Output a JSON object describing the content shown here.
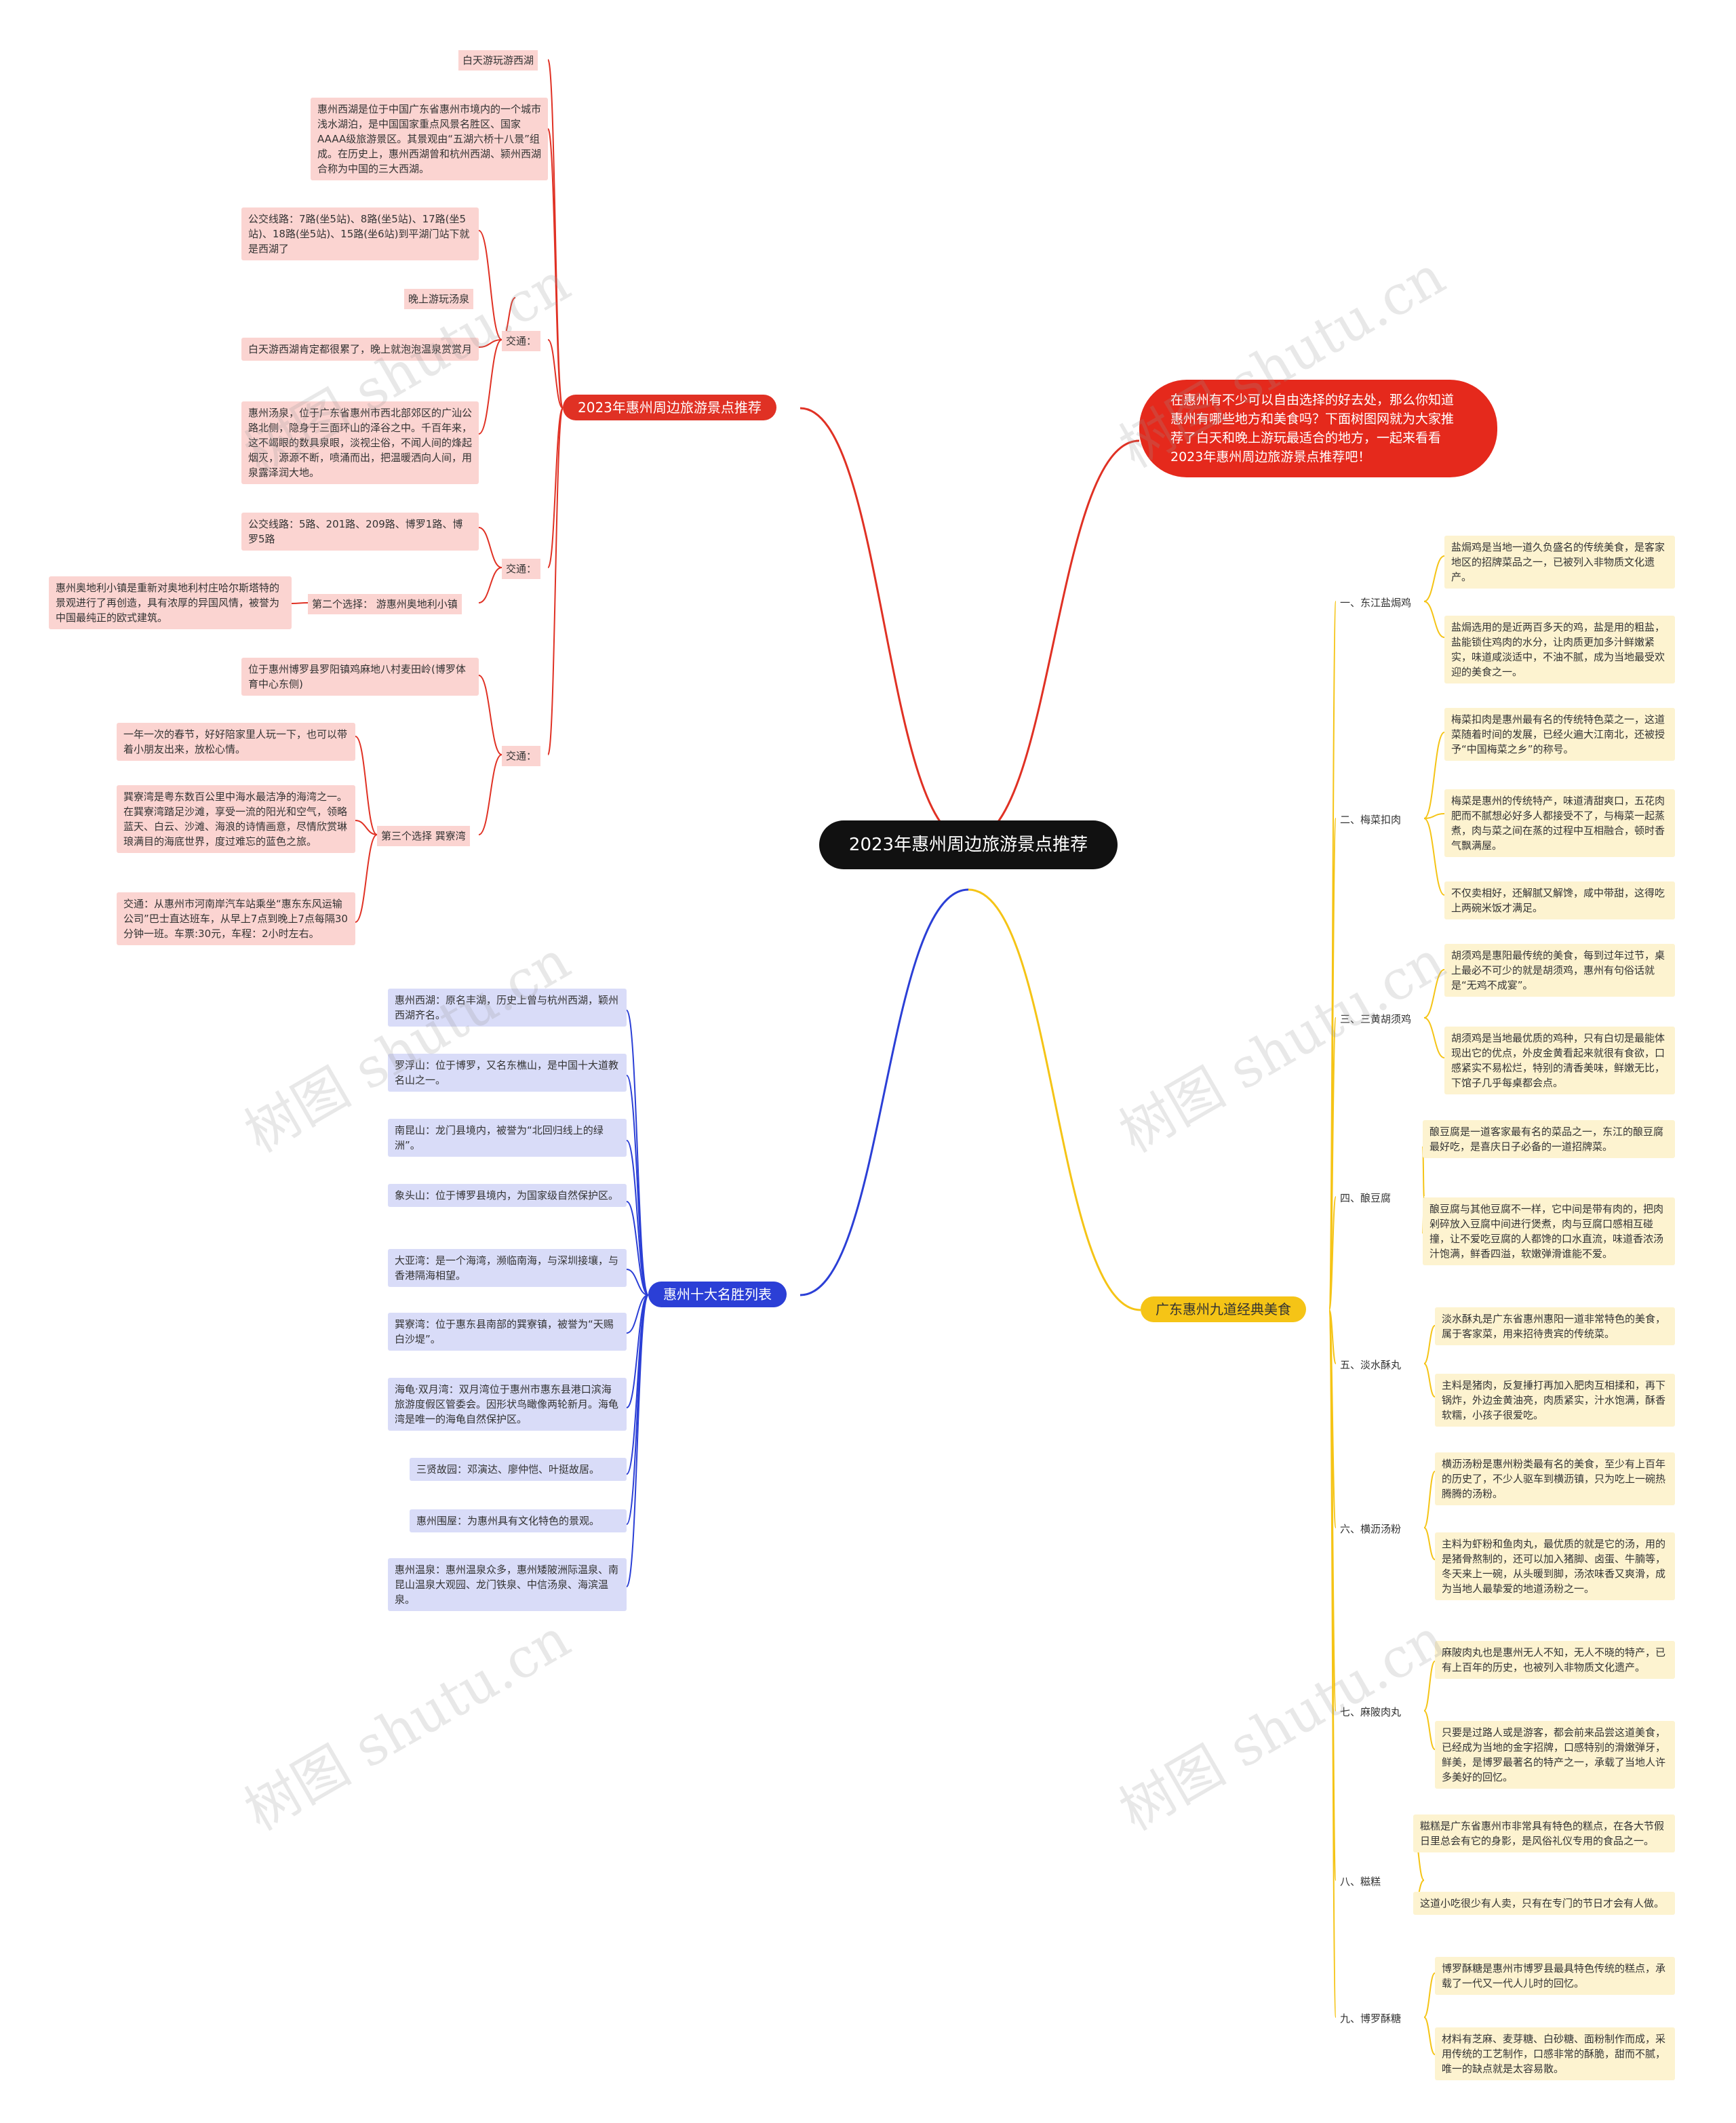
{
  "center": "2023年惠州周边旅游景点推荐",
  "intro": "在惠州有不少可以自由选择的好去处，那么你知道惠州有哪些地方和美食吗？下面树图网就为大家推荐了白天和晚上游玩最适合的地方，一起来看看2023年惠州周边旅游景点推荐吧！",
  "branch1": {
    "title": "2023年惠州周边旅游景点推荐",
    "day_label": "白天游玩游西湖",
    "xihu_desc": "惠州西湖是位于中国广东省惠州市境内的一个城市浅水湖泊，是中国国家重点风景名胜区、国家AAAA级旅游景区。其景观由“五湖六桥十八景”组成。在历史上，惠州西湖曾和杭州西湖、颍州西湖合称为中国的三大西湖。",
    "traffic1_label": "交通：",
    "bus1": "公交线路：7路(坐5站)、8路(坐5站)、17路(坐5站)、18路(坐5站)、15路(坐6站)到平湖门站下就是西湖了",
    "night_label": "晚上游玩汤泉",
    "night_tip": "白天游西湖肯定都很累了，晚上就泡泡温泉赏赏月",
    "tangquan": "惠州汤泉，位于广东省惠州市西北部郊区的广汕公路北侧，隐身于三面环山的泽谷之中。千百年来，这不竭眼的数具泉眼，淡视尘俗，不闻人间的烽起烟灭，源源不断，喷涌而出，把温暖洒向人间，用泉露泽润大地。",
    "traffic2_label": "交通：",
    "bus2": "公交线路：5路、201路、209路、博罗1路、博罗5路",
    "choice2_label": "第二个选择： 游惠州奥地利小镇",
    "austria": "惠州奥地利小镇是重新对奥地利村庄哈尔斯塔特的景观进行了再创造，具有浓厚的异国风情，被誉为中国最纯正的欧式建筑。",
    "traffic3_label": "交通：",
    "location3": "位于惠州博罗县罗阳镇鸡麻地八村麦田岭(博罗体育中心东侧)",
    "choice3_label": "第三个选择 巽寮湾",
    "spring": "一年一次的春节，好好陪家里人玩一下，也可以带着小朋友出来，放松心情。",
    "xunliao": "巽寮湾是粤东数百公里中海水最洁净的海湾之一。在巽寮湾踏足沙滩，享受一流的阳光和空气，领略蓝天、白云、沙滩、海浪的诗情画意，尽情欣赏琳琅满目的海底世界，度过难忘的蓝色之旅。",
    "xunliao_traffic": "交通：从惠州市河南岸汽车站乘坐“惠东东风运输公司”巴士直达班车，从早上7点到晚上7点每隔30分钟一班。车票:30元，车程：2小时左右。"
  },
  "branch2": {
    "title": "惠州十大名胜列表",
    "items": [
      "惠州西湖：原名丰湖，历史上曾与杭州西湖，颖州西湖齐名。",
      "罗浮山：位于博罗，又名东樵山，是中国十大道教名山之一。",
      "南昆山：龙门县境内，被誉为“北回归线上的绿洲”。",
      "象头山：位于博罗县境内，为国家级自然保护区。",
      "大亚湾：是一个海湾，濒临南海，与深圳接壤，与香港隔海相望。",
      "巽寮湾：位于惠东县南部的巽寮镇，被誉为“天赐白沙堤”。",
      "海龟·双月湾：双月湾位于惠州市惠东县港口滨海旅游度假区管委会。因形状鸟瞰像两轮新月。海龟湾是唯一的海龟自然保护区。",
      "三贤故园：邓演达、廖仲恺、叶挺故居。",
      "惠州围屋：为惠州具有文化特色的景观。",
      "惠州温泉：惠州温泉众多，惠州矮陂洲际温泉、南昆山温泉大观园、龙门铁泉、中信汤泉、海滨温泉。"
    ]
  },
  "branch3": {
    "title": "广东惠州九道经典美食",
    "foods": [
      {
        "name": "一、东江盐焗鸡",
        "notes": [
          "盐焗鸡是当地一道久负盛名的传统美食，是客家地区的招牌菜品之一，已被列入非物质文化遗产。",
          "盐焗选用的是近两百多天的鸡，盐是用的粗盐，盐能锁住鸡肉的水分，让肉质更加多汁鲜嫩紧实，味道咸淡适中，不油不腻，成为当地最受欢迎的美食之一。"
        ]
      },
      {
        "name": "二、梅菜扣肉",
        "notes": [
          "梅菜扣肉是惠州最有名的传统特色菜之一，这道菜随着时间的发展，已经火遍大江南北，还被授予“中国梅菜之乡”的称号。",
          "梅菜是惠州的传统特产，味道清甜爽口，五花肉肥而不腻想必好多人都接受不了，与梅菜一起蒸煮，肉与菜之间在蒸的过程中互相融合，顿时香气飘满屋。",
          "不仅卖相好，还解腻又解馋，咸中带甜，这得吃上两碗米饭才满足。"
        ]
      },
      {
        "name": "三、三黄胡须鸡",
        "notes": [
          "胡须鸡是惠阳最传统的美食，每到过年过节，桌上最必不可少的就是胡须鸡，惠州有句俗话就是“无鸡不成宴”。",
          "胡须鸡是当地最优质的鸡种，只有白切是最能体现出它的优点，外皮金黄看起来就很有食欲，口感紧实不易松烂，特别的清香美味，鲜嫩无比，下馆子几乎每桌都会点。"
        ]
      },
      {
        "name": "四、酿豆腐",
        "notes": [
          "酿豆腐是一道客家最有名的菜品之一，东江的酿豆腐最好吃，是喜庆日子必备的一道招牌菜。",
          "酿豆腐与其他豆腐不一样，它中间是带有肉的，把肉剁碎放入豆腐中间进行煲煮，肉与豆腐口感相互碰撞，让不爱吃豆腐的人都馋的口水直流，味道香浓汤汁饱满，鲜香四溢，软嫩弹滑谁能不爱。"
        ]
      },
      {
        "name": "五、淡水酥丸",
        "notes": [
          "淡水酥丸是广东省惠州惠阳一道非常特色的美食，属于客家菜，用来招待贵宾的传统菜。",
          "主料是猪肉，反复捶打再加入肥肉互相揉和，再下锅炸，外边金黄油亮，肉质紧实，汁水饱满，酥香软糯，小孩子很爱吃。"
        ]
      },
      {
        "name": "六、横沥汤粉",
        "notes": [
          "横沥汤粉是惠州粉类最有名的美食，至少有上百年的历史了，不少人驱车到横沥镇，只为吃上一碗热腾腾的汤粉。",
          "主料为虾粉和鱼肉丸，最优质的就是它的汤，用的是猪骨熬制的，还可以加入猪脚、卤蛋、牛腩等，冬天来上一碗，从头暖到脚，汤浓味香又爽滑，成为当地人最挚爱的地道汤粉之一。"
        ]
      },
      {
        "name": "七、麻陂肉丸",
        "notes": [
          "麻陂肉丸也是惠州无人不知，无人不晓的特产，已有上百年的历史，也被列入非物质文化遗产。",
          "只要是过路人或是游客，都会前来品尝这道美食，已经成为当地的金字招牌，口感特别的滑嫩弹牙，鲜美，是博罗最著名的特产之一，承载了当地人许多美好的回忆。"
        ]
      },
      {
        "name": "八、糍糕",
        "notes": [
          "糍糕是广东省惠州市非常具有特色的糕点，在各大节假日里总会有它的身影，是风俗礼仪专用的食品之一。",
          "这道小吃很少有人卖，只有在专门的节日才会有人做。"
        ]
      },
      {
        "name": "九、博罗酥糖",
        "notes": [
          "博罗酥糖是惠州市博罗县最具特色传统的糕点，承载了一代又一代人儿时的回忆。",
          "材料有芝麻、麦芽糖、白砂糖、面粉制作而成，采用传统的工艺制作，口感非常的酥脆，甜而不腻，唯一的缺点就是太容易散。"
        ]
      }
    ]
  },
  "watermark": "树图 shutu.cn",
  "colors": {
    "red": "#e03124",
    "blue": "#2b3fd6",
    "yellow": "#f5c416",
    "center": "#111111"
  }
}
